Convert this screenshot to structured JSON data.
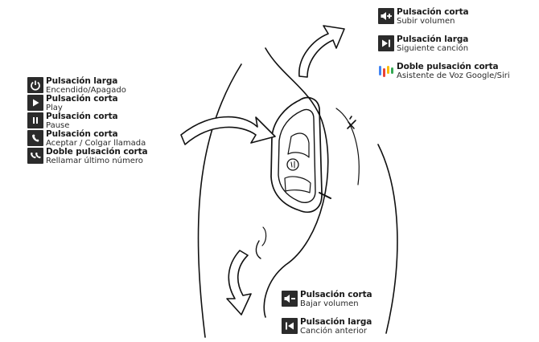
{
  "left_controls": [
    {
      "icon": "power-icon",
      "action": "Pulsación larga",
      "effect": "Encendido/Apagado"
    },
    {
      "icon": "play-icon",
      "action": "Pulsación corta",
      "effect": "Play"
    },
    {
      "icon": "pause-icon",
      "action": "Pulsación corta",
      "effect": "Pause"
    },
    {
      "icon": "phone-icon",
      "action": "Pulsación corta",
      "effect": "Aceptar / Colgar llamada"
    },
    {
      "icon": "redial-icon",
      "action": "Doble pulsación corta",
      "effect": "Rellamar último número"
    }
  ],
  "top_controls": [
    {
      "icon": "volume-up-icon",
      "action": "Pulsación corta",
      "effect": "Subir volumen"
    },
    {
      "icon": "next-track-icon",
      "action": "Pulsación larga",
      "effect": "Siguiente canción"
    },
    {
      "icon": "voice-assistant-icon",
      "action": "Doble pulsación corta",
      "effect": "Asistente de Voz Google/Siri"
    }
  ],
  "bottom_controls": [
    {
      "icon": "volume-down-icon",
      "action": "Pulsación corta",
      "effect": "Bajar volumen"
    },
    {
      "icon": "previous-track-icon",
      "action": "Pulsación larga",
      "effect": "Canción anterior"
    }
  ],
  "colors": {
    "icon_bg": "#2b2b2b",
    "assistant_blue": "#4285f4",
    "assistant_red": "#ea4335",
    "assistant_yellow": "#fbbc05",
    "assistant_green": "#34a853"
  }
}
